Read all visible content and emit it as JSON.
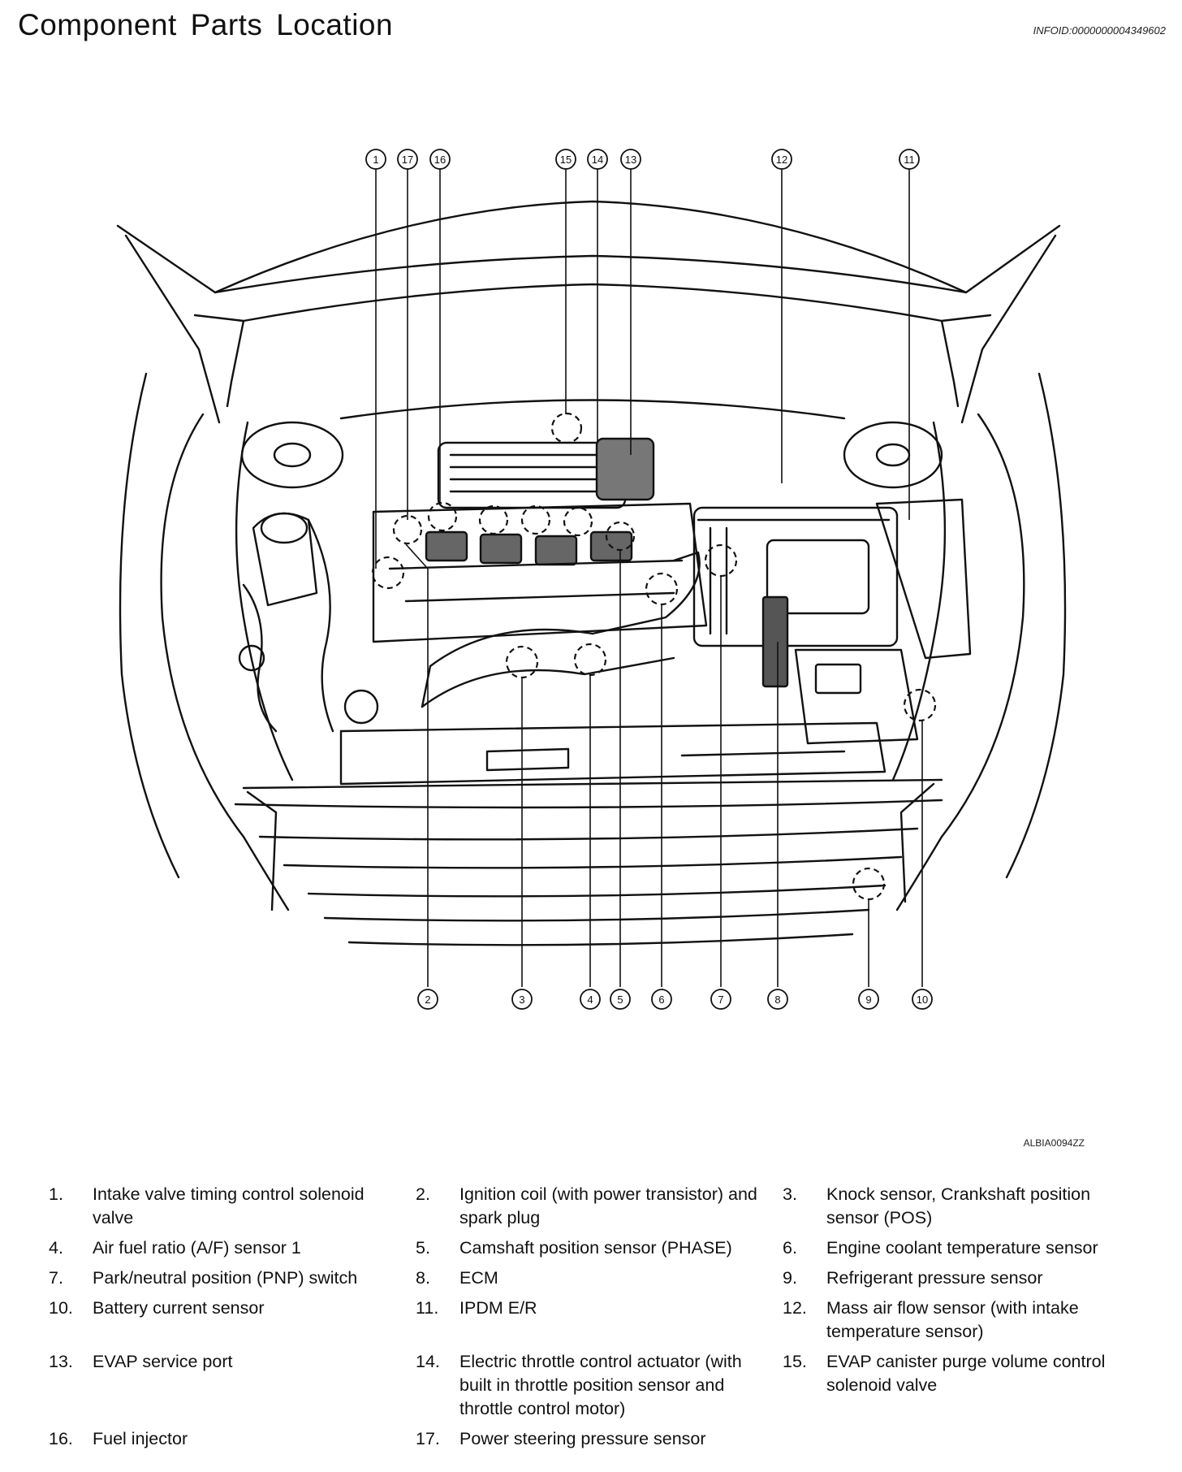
{
  "header": {
    "title": "Component Parts Location",
    "info_id": "INFOID:0000000004349602"
  },
  "diagram": {
    "figure_code": "ALBIA0094ZZ",
    "callouts_top": [
      "1",
      "17",
      "16",
      "15",
      "14",
      "13",
      "12",
      "11"
    ],
    "callouts_bottom": [
      "2",
      "3",
      "4",
      "5",
      "6",
      "7",
      "8",
      "9",
      "10"
    ]
  },
  "legend": [
    {
      "num": "1.",
      "text": "Intake valve timing control solenoid valve"
    },
    {
      "num": "2.",
      "text": "Ignition coil (with power transistor) and spark plug"
    },
    {
      "num": "3.",
      "text": "Knock sensor, Crankshaft position sensor (POS)"
    },
    {
      "num": "4.",
      "text": "Air fuel ratio (A/F) sensor 1"
    },
    {
      "num": "5.",
      "text": "Camshaft position sensor (PHASE)"
    },
    {
      "num": "6.",
      "text": "Engine coolant temperature sensor"
    },
    {
      "num": "7.",
      "text": "Park/neutral position (PNP) switch"
    },
    {
      "num": "8.",
      "text": "ECM"
    },
    {
      "num": "9.",
      "text": "Refrigerant pressure sensor"
    },
    {
      "num": "10.",
      "text": "Battery current sensor"
    },
    {
      "num": "11.",
      "text": "IPDM E/R"
    },
    {
      "num": "12.",
      "text": "Mass air flow sensor (with intake temperature sensor)"
    },
    {
      "num": "13.",
      "text": "EVAP service port"
    },
    {
      "num": "14.",
      "text": "Electric throttle control actuator (with built in throttle position sensor and throttle control motor)"
    },
    {
      "num": "15.",
      "text": "EVAP canister purge volume control solenoid valve"
    },
    {
      "num": "16.",
      "text": "Fuel injector"
    },
    {
      "num": "17.",
      "text": "Power steering pressure sensor"
    }
  ]
}
